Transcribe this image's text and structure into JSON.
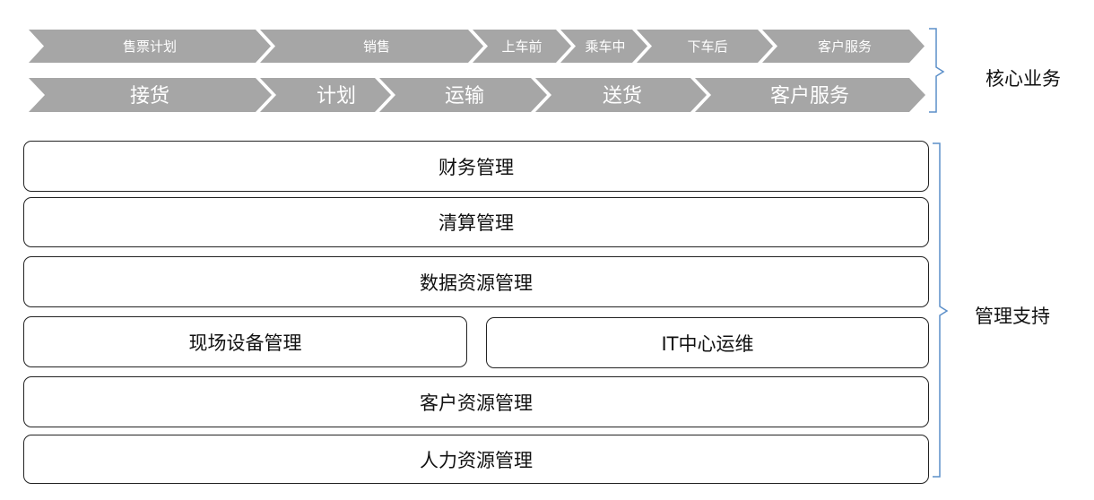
{
  "core": {
    "label": "核心业务",
    "row1": [
      "售票计划",
      "销售",
      "上车前",
      "乘车中",
      "下车后",
      "客户服务"
    ],
    "row2": [
      "接货",
      "计划",
      "运输",
      "送货",
      "客户服务"
    ]
  },
  "support": {
    "label": "管理支持",
    "finance": "财务管理",
    "clearing": "清算管理",
    "data_resource": "数据资源管理",
    "field_equipment": "现场设备管理",
    "it_ops": "IT中心运维",
    "customer_resource": "客户资源管理",
    "hr_resource": "人力资源管理"
  },
  "colors": {
    "chevron_fill": "#a6a6a6",
    "bracket": "#5b8fc9",
    "border": "#222222"
  }
}
